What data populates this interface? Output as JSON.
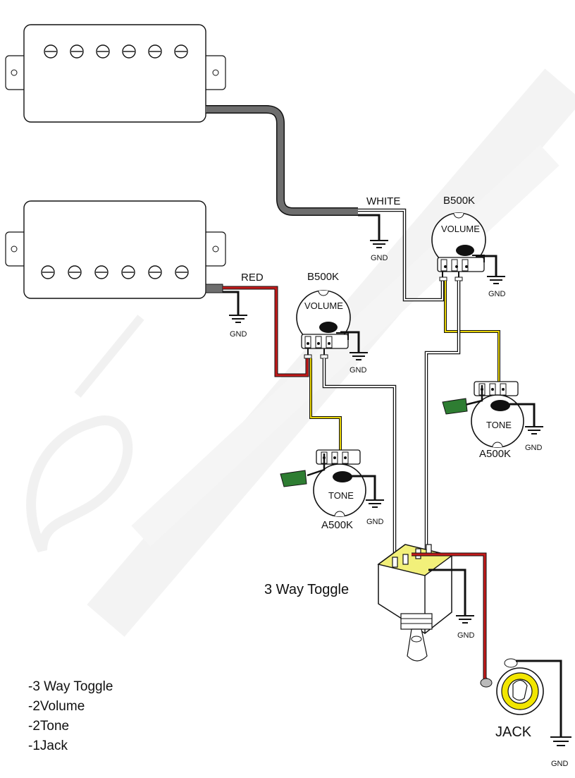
{
  "labels": {
    "wire_white": "WHITE",
    "wire_red": "RED",
    "gnd": "GND",
    "bridge_volume_value": "B500K",
    "bridge_volume_name": "VOLUME",
    "neck_volume_value": "B500K",
    "neck_volume_name": "VOLUME",
    "bridge_tone_name": "TONE",
    "bridge_tone_value": "A500K",
    "neck_tone_name": "TONE",
    "neck_tone_value": "A500K",
    "toggle": "3 Way Toggle",
    "jack": "JACK"
  },
  "parts_list": [
    "-3 Way Toggle",
    "-2Volume",
    "-2Tone",
    "-1Jack"
  ],
  "colors": {
    "pickup_lead": "#6e6e6e",
    "wire_red": "#c41a1a",
    "wire_yellow": "#e6d200",
    "capacitor": "#2e7d32",
    "toggle_top": "#f2f07a",
    "jack_ring": "#f2e600",
    "watermark": "#ececec"
  }
}
